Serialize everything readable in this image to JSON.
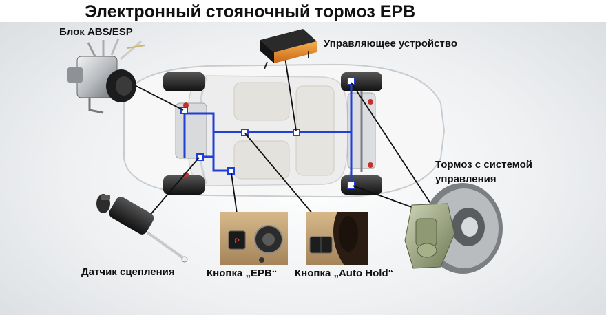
{
  "title": "Электронный стояночный тормоз EPB",
  "labels": {
    "abs_block": "Блок ABS/ESP",
    "control_unit": "Управляющее устройство",
    "brake_line1": "Тормоз с системой",
    "brake_line2": "управления",
    "clutch_sensor": "Датчик сцепления",
    "epb_button": "Кнопка „EPB“",
    "autohold_button": "Кнопка „Auto Hold“"
  },
  "colors": {
    "bus_line": "#1f3fd6",
    "leader_line": "#111111",
    "control_unit_orange": "#e8902a"
  },
  "icons": {
    "abs": "abs-esp-module-icon",
    "control": "control-unit-icon",
    "clutch": "clutch-sensor-icon",
    "brake": "brake-caliper-disc-icon",
    "epb": "epb-switch-icon",
    "autohold": "autohold-switch-icon"
  }
}
